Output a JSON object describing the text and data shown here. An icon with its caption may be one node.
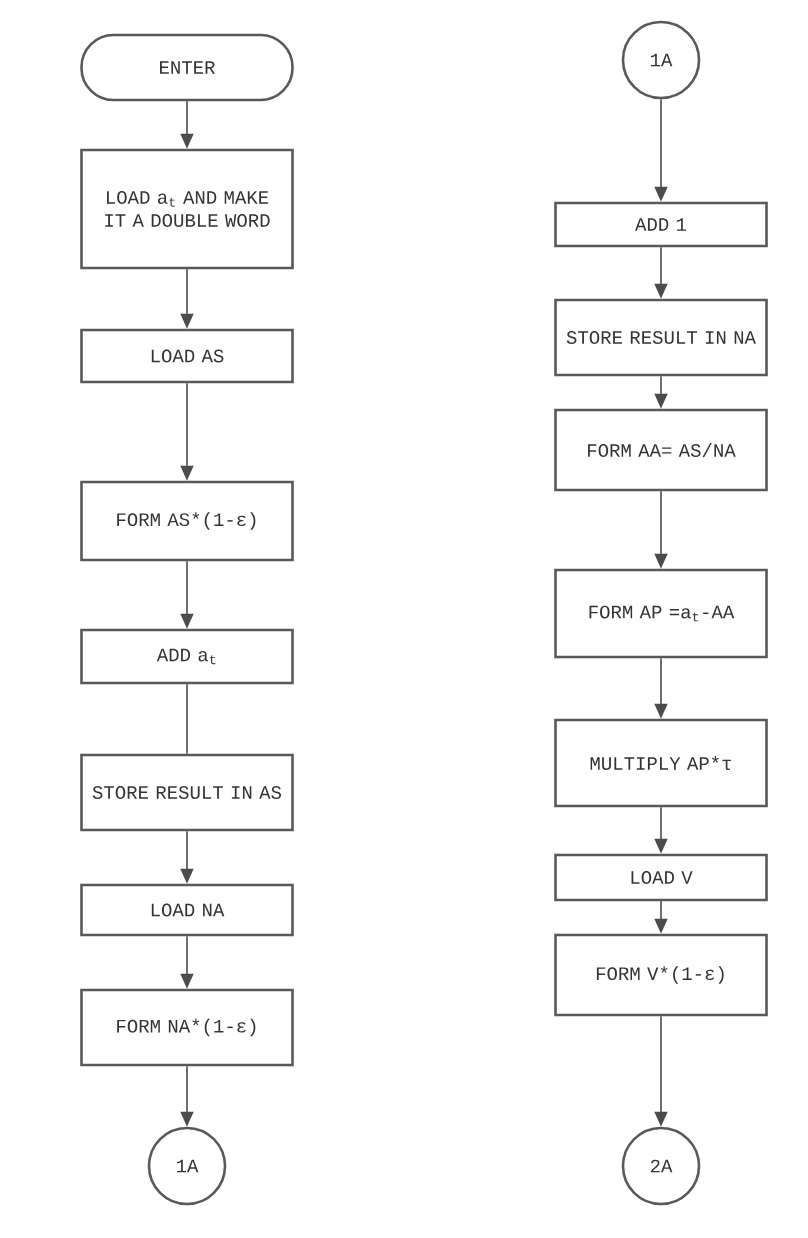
{
  "diagram": {
    "nodes": [
      {
        "text": [
          "ENTER"
        ]
      },
      {
        "text": [
          "LOAD a$_{t}$ AND MAKE IT A DOUBLE WORD"
        ]
      },
      {
        "text": [
          "LOAD AS"
        ]
      },
      {
        "text": [
          "FORM AS*(1-ε)"
        ]
      },
      {
        "text": [
          "ADD a$_{t}$"
        ]
      },
      {
        "text": [
          "STORE RESULT IN AS"
        ]
      },
      {
        "text": [
          "LOAD NA"
        ]
      },
      {
        "text": [
          "FORM NA*(1-ε)"
        ]
      },
      {
        "text": [
          "1A"
        ]
      },
      {
        "text": [
          "1A"
        ]
      },
      {
        "text": [
          "ADD 1"
        ]
      },
      {
        "text": [
          "STORE RESULT IN NA"
        ]
      },
      {
        "text": [
          "FORM AA= AS/NA"
        ]
      },
      {
        "text": [
          "FORM AP =a$_{t}$-AA"
        ]
      },
      {
        "text": [
          "MULTIPLY AP*τ"
        ]
      },
      {
        "text": [
          "LOAD V"
        ]
      },
      {
        "text": [
          "FORM V*(1-ε)"
        ]
      },
      {
        "text": [
          "2A"
        ]
      }
    ],
    "edges": [
      {
        "from": 0,
        "to": 1,
        "arrow": "to"
      },
      {
        "from": 1,
        "to": 2,
        "arrow": "to"
      },
      {
        "from": 2,
        "to": 3,
        "arrow": "to"
      },
      {
        "from": 3,
        "to": 4,
        "arrow": "to"
      },
      {
        "from": 4,
        "to": 5,
        "arrow": "none"
      },
      {
        "from": 5,
        "to": 6,
        "arrow": "to"
      },
      {
        "from": 6,
        "to": 7,
        "arrow": "to"
      },
      {
        "from": 7,
        "to": 8,
        "arrow": "to"
      },
      {
        "from": 9,
        "to": 10,
        "arrow": "to"
      },
      {
        "from": 10,
        "to": 11,
        "arrow": "to"
      },
      {
        "from": 11,
        "to": 12,
        "arrow": "to"
      },
      {
        "from": 12,
        "to": 13,
        "arrow": "to"
      },
      {
        "from": 13,
        "to": 14,
        "arrow": "to"
      },
      {
        "from": 14,
        "to": 15,
        "arrow": "to"
      },
      {
        "from": 15,
        "to": 16,
        "arrow": "to"
      },
      {
        "from": 16,
        "to": 17,
        "arrow": "to"
      }
    ]
  }
}
